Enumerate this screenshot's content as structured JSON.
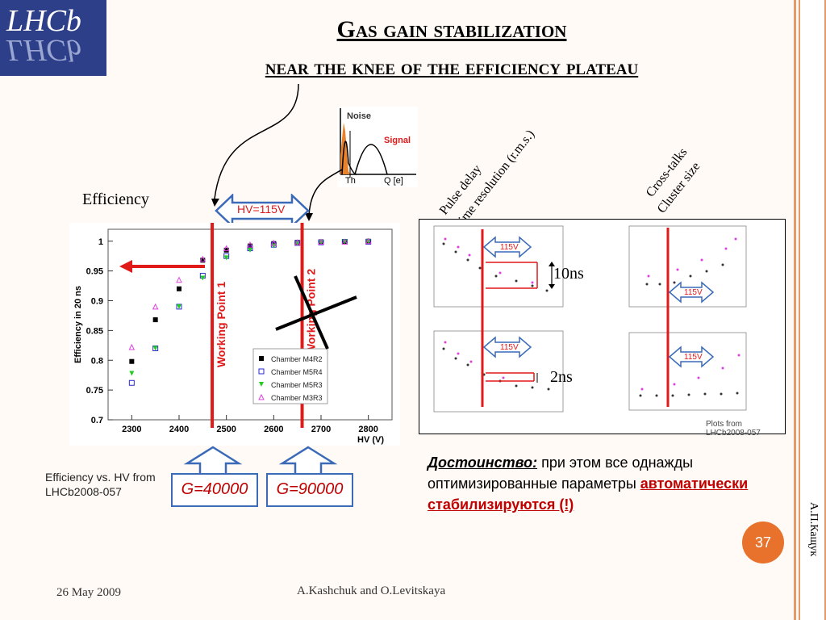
{
  "title": {
    "line1": "Gas gain stabilization",
    "line2": "near the knee of the efficiency plateau"
  },
  "logo": {
    "text_top": "LHCb",
    "text_bottom": "LHCb"
  },
  "efficiency_label": "Efficiency",
  "noise_inset": {
    "noise": "Noise",
    "signal": "Signal",
    "th": "Th",
    "q": "Q [e]"
  },
  "hv_arrow_label": "HV=115V",
  "main_chart": {
    "ylabel": "Efficiency in 20 ns",
    "xlabel": "HV (V)",
    "wp1": "Working Point 1",
    "wp2": "Working Point 2",
    "legend": [
      "Chamber M4R2",
      "Chamber M5R4",
      "Chamber M5R3",
      "Chamber M3R3"
    ],
    "caption_line1": "Efficiency vs. HV from",
    "caption_line2": "LHCb2008-057"
  },
  "chart_data": {
    "type": "scatter",
    "xlabel": "HV (V)",
    "ylabel": "Efficiency in 20 ns",
    "xlim": [
      2250,
      2850
    ],
    "ylim": [
      0.7,
      1.02
    ],
    "xticks": [
      2300,
      2400,
      2500,
      2600,
      2700,
      2800
    ],
    "yticks": [
      0.7,
      0.75,
      0.8,
      0.85,
      0.9,
      0.95,
      1
    ],
    "xtick_labels": [
      "2300",
      "2400",
      "2500",
      "2600",
      "2700",
      "2800"
    ],
    "ytick_labels": [
      "0.7",
      "0.75",
      "0.8",
      "0.85",
      "0.9",
      "0.95",
      "1"
    ],
    "legend_position": "bottom-right",
    "series": [
      {
        "name": "Chamber M4R2",
        "color": "#000000",
        "marker": "square-filled",
        "x": [
          2300,
          2350,
          2400,
          2450,
          2500,
          2550,
          2600,
          2650,
          2700,
          2750,
          2800
        ],
        "y": [
          0.798,
          0.868,
          0.92,
          0.968,
          0.985,
          0.992,
          0.996,
          0.998,
          0.999,
          0.999,
          1.0
        ]
      },
      {
        "name": "Chamber M5R4",
        "color": "#2a2ad0",
        "marker": "square-open",
        "x": [
          2300,
          2350,
          2400,
          2450,
          2500,
          2550,
          2600,
          2650,
          2700,
          2750,
          2800
        ],
        "y": [
          0.762,
          0.82,
          0.89,
          0.942,
          0.975,
          0.988,
          0.994,
          0.997,
          0.998,
          0.999,
          0.999
        ]
      },
      {
        "name": "Chamber M5R3",
        "color": "#22cc22",
        "marker": "triangle-down-filled",
        "x": [
          2300,
          2350,
          2400,
          2450,
          2500,
          2550,
          2600,
          2650,
          2700,
          2750,
          2800
        ],
        "y": [
          0.778,
          0.82,
          0.89,
          0.938,
          0.972,
          0.985,
          0.992,
          0.996,
          0.998,
          0.999,
          0.999
        ]
      },
      {
        "name": "Chamber M3R3",
        "color": "#e040e0",
        "marker": "triangle-up-open",
        "x": [
          2300,
          2350,
          2400,
          2450,
          2500,
          2550,
          2600,
          2650,
          2700,
          2750,
          2800
        ],
        "y": [
          0.822,
          0.89,
          0.935,
          0.97,
          0.988,
          0.994,
          0.997,
          0.998,
          0.999,
          0.999,
          1.0
        ]
      }
    ]
  },
  "gain_boxes": {
    "g1": "G=40000",
    "g2": "G=90000"
  },
  "right_panel": {
    "label_pulse": "Pulse delay",
    "label_time": "Time resolution (r.m.s.)",
    "label_cross": "Cross-talks",
    "label_cluster": "Cluster size",
    "hv_label": "115V",
    "delta_top": "10ns",
    "delta_bottom": "2ns",
    "plots_from": "Plots from LHCb2008-057"
  },
  "russian": {
    "bold": "Достоинство:",
    "text1": " при этом все однажды оптимизированные параметры ",
    "red": "автоматически стабилизируются (!)"
  },
  "footer": {
    "date": "26 May 2009",
    "authors": "A.Kashchuk and O.Levitskaya"
  },
  "page_number": "37",
  "side_name": "А.П.Кащук",
  "colors": {
    "accent_red": "#e01919",
    "arrow_blue": "#3a6ab8",
    "page_badge": "#e8722c"
  }
}
